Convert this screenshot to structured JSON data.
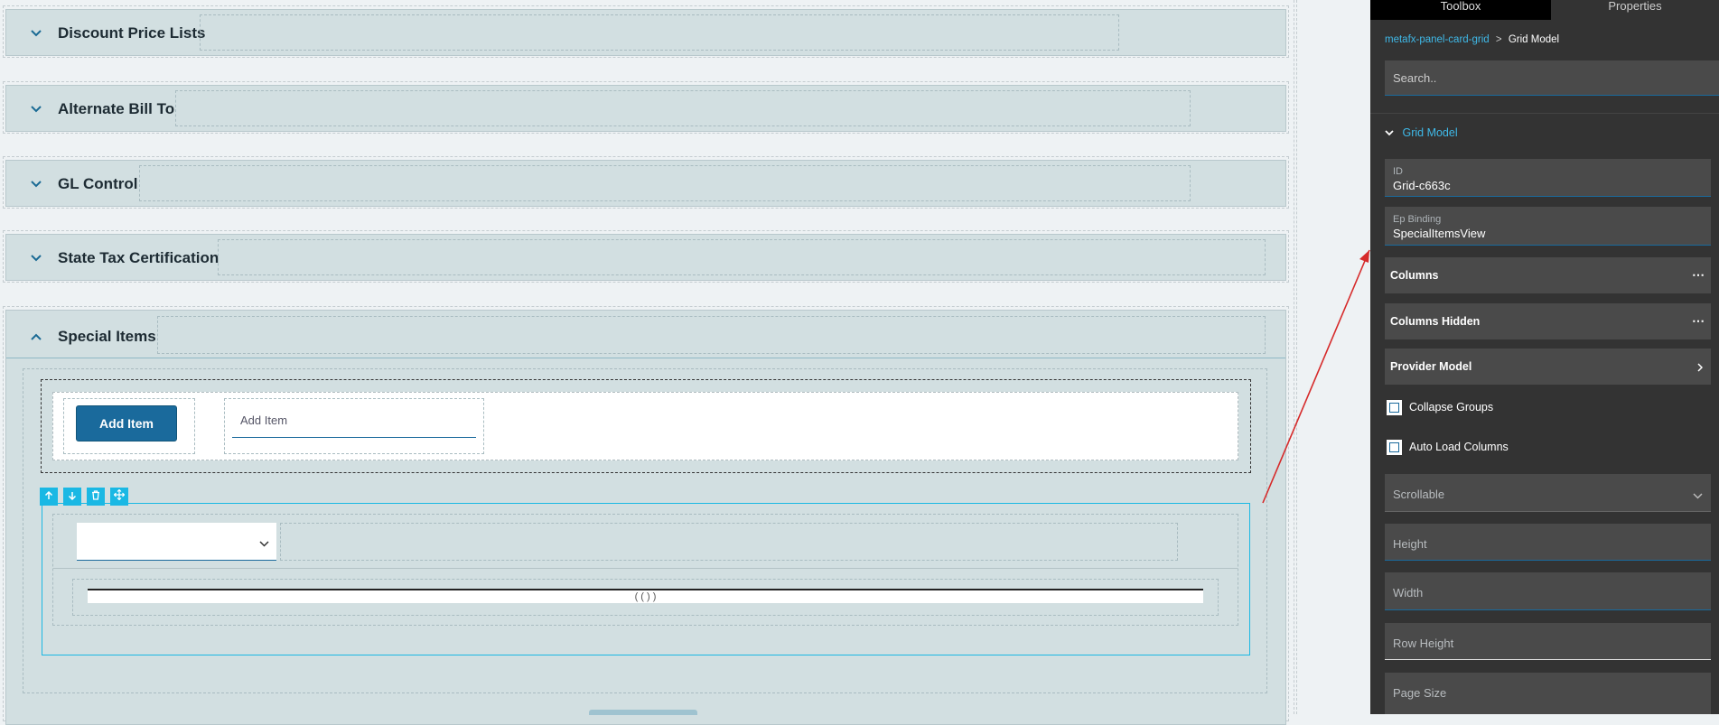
{
  "panels": {
    "discount": "Discount Price Lists",
    "alt_bill": "Alternate Bill To",
    "gl": "GL Control",
    "state_tax": "State Tax Certification",
    "special": "Special Items"
  },
  "special_items": {
    "add_button": "Add Item",
    "add_input_placeholder": "Add Item",
    "grid_footer_text": "( (   ) )"
  },
  "props": {
    "tabs": {
      "toolbox": "Toolbox",
      "properties": "Properties"
    },
    "breadcrumb": {
      "parent": "metafx-panel-card-grid",
      "sep": ">",
      "current": "Grid Model"
    },
    "search_placeholder": "Search..",
    "section_title": "Grid Model",
    "id_label": "ID",
    "id_value": "Grid-c663c",
    "ep_label": "Ep Binding",
    "ep_value": "SpecialItemsView",
    "columns": "Columns",
    "columns_hidden": "Columns Hidden",
    "provider_model": "Provider Model",
    "collapse_groups": "Collapse Groups",
    "auto_load_columns": "Auto Load Columns",
    "scrollable": "Scrollable",
    "height": "Height",
    "width": "Width",
    "row_height": "Row Height",
    "page_size": "Page Size"
  },
  "colors": {
    "accent": "#1a6a9c",
    "selection": "#1ab8e4",
    "link": "#3fb9e8",
    "arrow": "#d62a2a"
  },
  "icons": [
    "chevron-down-icon",
    "chevron-up-icon",
    "arrow-up-icon",
    "arrow-down-icon",
    "trash-icon",
    "move-icon",
    "ellipsis-icon",
    "chevron-right-icon"
  ]
}
